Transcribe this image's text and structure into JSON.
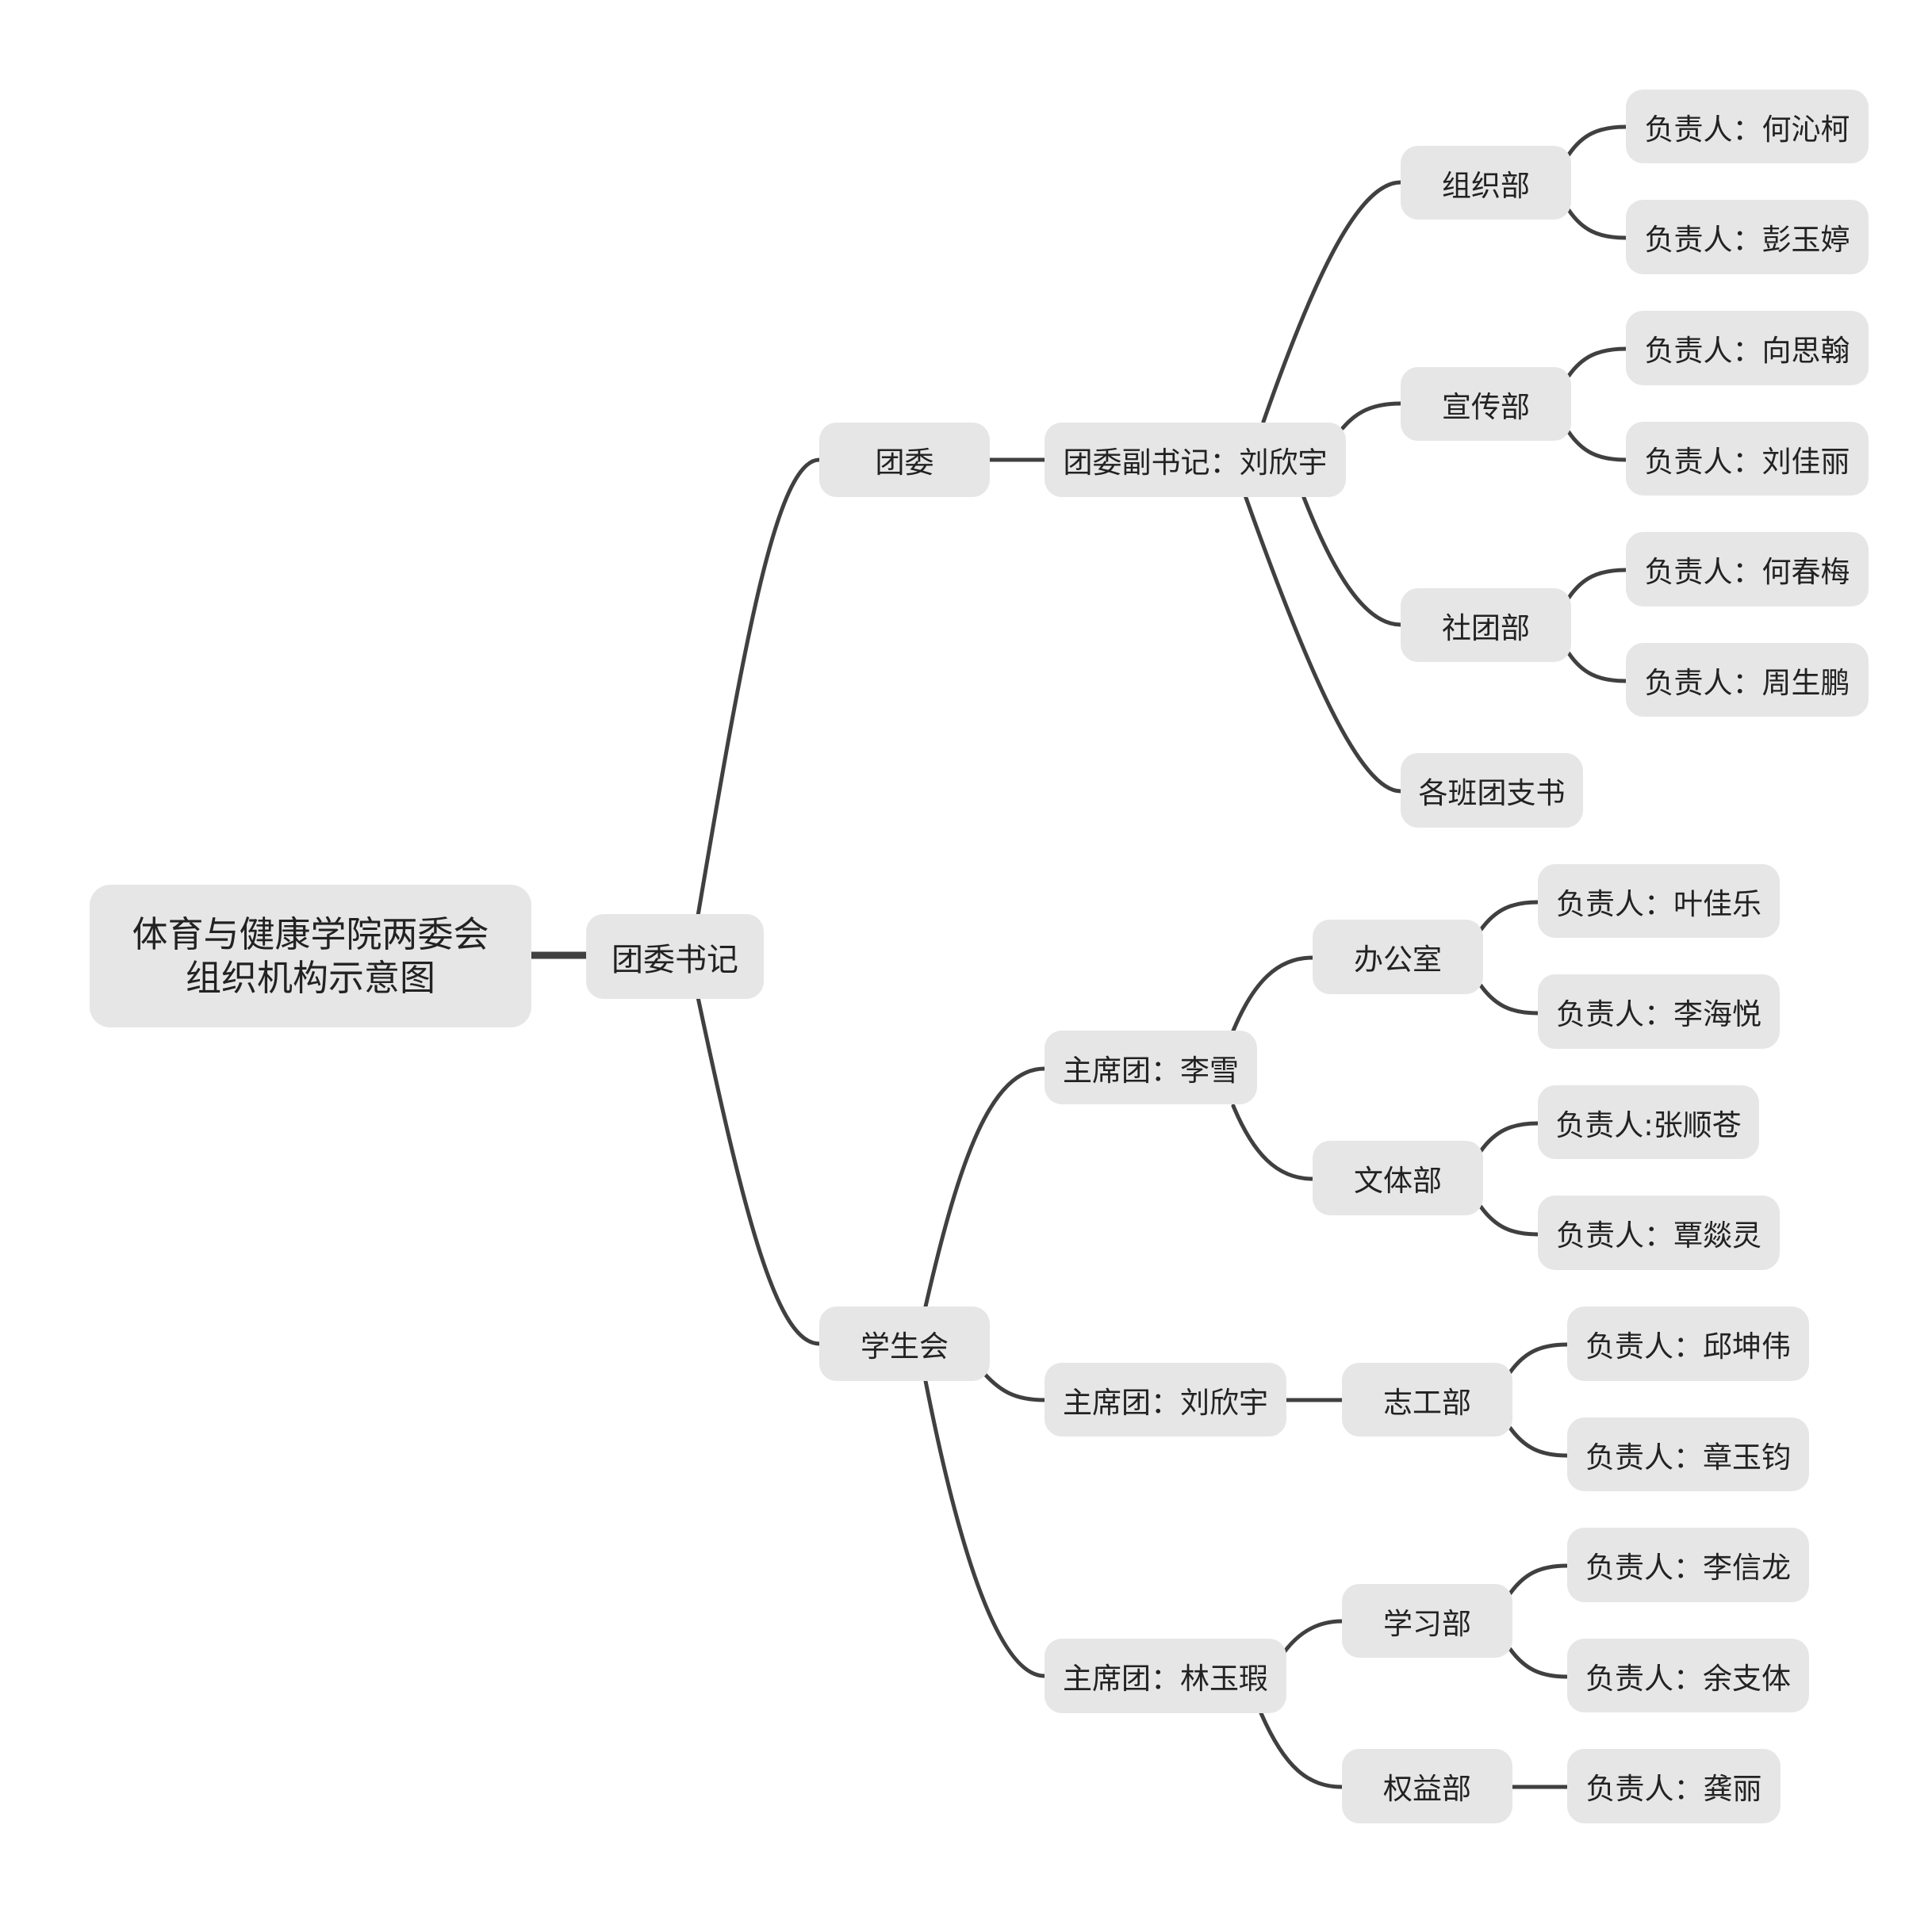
{
  "diagram": {
    "root": {
      "line1": "体育与健康学院两委会",
      "line2": "组织机构示意图"
    },
    "nodes": {
      "secretary": "团委书记",
      "tuanwei": "团委",
      "tw_deputy": "团委副书记：刘欣宇",
      "zuzhi": "组织部",
      "zuzhi_h1": "负责人：何沁柯",
      "zuzhi_h2": "负责人：彭玉婷",
      "xuanchuan": "宣传部",
      "xc_h1": "负责人：向思翰",
      "xc_h2": "负责人：刘佳丽",
      "shetuan": "社团部",
      "st_h1": "负责人：何春梅",
      "st_h2": "负责人：周生鹏",
      "banji": "各班团支书",
      "xueshenghui": "学生会",
      "zxt1": "主席团：李雪",
      "bangongshi": "办公室",
      "bgs_h1": "负责人：叶佳乐",
      "bgs_h2": "负责人：李海悦",
      "wenti": "文体部",
      "wt_h1": "负责人:张顺苍",
      "wt_h2": "负责人：覃燚灵",
      "zxt2": "主席团：刘欣宇",
      "zhigong": "志工部",
      "zg_h1": "负责人：邱坤伟",
      "zg_h2": "负责人：章玉钧",
      "zxt3": "主席团：林玉瑕",
      "xuexi": "学习部",
      "xx_h1": "负责人：李信龙",
      "xx_h2": "负责人：余支体",
      "quanyi": "权益部",
      "qy_h1": "负责人：龚丽"
    },
    "colors": {
      "node_fill": "#e6e6e6",
      "connector": "#404040",
      "text": "#222222"
    }
  }
}
